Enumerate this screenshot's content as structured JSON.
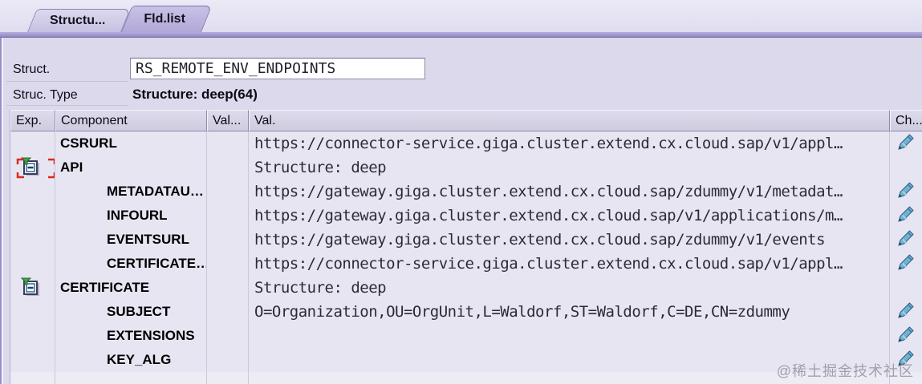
{
  "tabs": [
    {
      "label": "Structu...",
      "active": false
    },
    {
      "label": "Fld.list",
      "active": true
    }
  ],
  "form": {
    "struct_label": "Struct.",
    "struct_value": "RS_REMOTE_ENV_ENDPOINTS",
    "struct_type_label": "Struc. Type",
    "struct_type_value": "Structure: deep(64)"
  },
  "table": {
    "headers": {
      "exp": "Exp.",
      "component": "Component",
      "val_short": "Val...",
      "val": "Val.",
      "ch": "Ch..."
    },
    "rows": [
      {
        "component": "CSRURL",
        "indent": 0,
        "expander": false,
        "selected": false,
        "value": "https://connector-service.giga.cluster.extend.cx.cloud.sap/v1/appl…",
        "pencil": true
      },
      {
        "component": "API",
        "indent": 0,
        "expander": true,
        "selected": true,
        "value": "Structure: deep",
        "pencil": false
      },
      {
        "component": "METADATAU…",
        "indent": 1,
        "expander": false,
        "selected": false,
        "value": "https://gateway.giga.cluster.extend.cx.cloud.sap/zdummy/v1/metadat…",
        "pencil": true
      },
      {
        "component": "INFOURL",
        "indent": 1,
        "expander": false,
        "selected": false,
        "value": "https://gateway.giga.cluster.extend.cx.cloud.sap/v1/applications/m…",
        "pencil": true
      },
      {
        "component": "EVENTSURL",
        "indent": 1,
        "expander": false,
        "selected": false,
        "value": "https://gateway.giga.cluster.extend.cx.cloud.sap/zdummy/v1/events",
        "pencil": true
      },
      {
        "component": "CERTIFICATE…",
        "indent": 1,
        "expander": false,
        "selected": false,
        "value": "https://connector-service.giga.cluster.extend.cx.cloud.sap/v1/appl…",
        "pencil": true
      },
      {
        "component": "CERTIFICATE",
        "indent": 0,
        "expander": true,
        "selected": false,
        "value": "Structure: deep",
        "pencil": false
      },
      {
        "component": "SUBJECT",
        "indent": 1,
        "expander": false,
        "selected": false,
        "value": "O=Organization,OU=OrgUnit,L=Waldorf,ST=Waldorf,C=DE,CN=zdummy",
        "pencil": true
      },
      {
        "component": "EXTENSIONS",
        "indent": 1,
        "expander": false,
        "selected": false,
        "value": "",
        "pencil": true
      },
      {
        "component": "KEY_ALG",
        "indent": 1,
        "expander": false,
        "selected": false,
        "value": "",
        "pencil": true
      }
    ]
  },
  "icons": {
    "expander": "collapse-minus-funnel-icon",
    "change": "pencil-edit-icon",
    "selection": "red-corner-brackets"
  },
  "colors": {
    "panel_bg": "#dcd9ec",
    "row_bg": "#e7e5f2",
    "tab_active": "#b2a8d8",
    "selection_red": "#da2a20",
    "pencil_blue": "#74b0d2"
  },
  "watermark": "@稀土掘金技术社区"
}
